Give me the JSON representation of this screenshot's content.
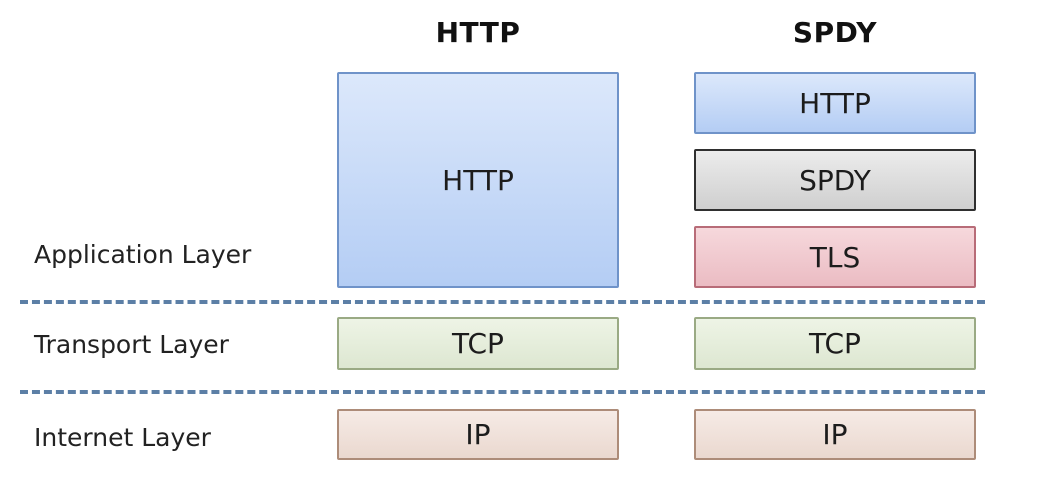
{
  "columns": {
    "http_title": "HTTP",
    "spdy_title": "SPDY"
  },
  "layers": {
    "application": "Application Layer",
    "transport": "Transport Layer",
    "internet": "Internet Layer"
  },
  "http_stack": {
    "application": "HTTP",
    "transport": "TCP",
    "internet": "IP"
  },
  "spdy_stack": {
    "http": "HTTP",
    "spdy": "SPDY",
    "tls": "TLS",
    "transport": "TCP",
    "internet": "IP"
  },
  "colors": {
    "http_box": "#b4cdf4",
    "spdy_box": "#cfcfcf",
    "tls_box": "#ebbcc3",
    "tcp_box": "#dde7d1",
    "ip_box": "#ead8cf",
    "divider": "#5c7fa6"
  }
}
